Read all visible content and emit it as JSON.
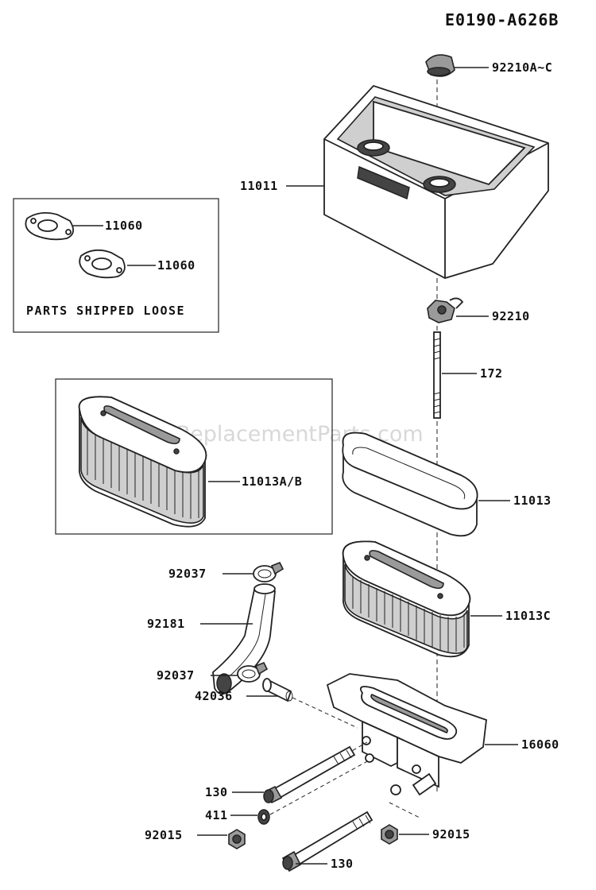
{
  "diagram_code": "E0190-A626B",
  "watermark": "eReplacementParts.com",
  "loose_parts_note": "PARTS SHIPPED LOOSE",
  "callouts": {
    "knob_92210ac": "92210A~C",
    "cover_11011": "11011",
    "gasket_11060_a": "11060",
    "gasket_11060_b": "11060",
    "nut_92210": "92210",
    "stud_172": "172",
    "element_11013ab": "11013A/B",
    "precleaner_11013": "11013",
    "clamp_92037_a": "92037",
    "hose_92181": "92181",
    "element_11013c": "11013C",
    "clamp_92037_b": "92037",
    "pipe_42036": "42036",
    "base_16060": "16060",
    "bolt_130_a": "130",
    "washer_411": "411",
    "nut_92015_a": "92015",
    "nut_92015_b": "92015",
    "bolt_130_b": "130"
  }
}
